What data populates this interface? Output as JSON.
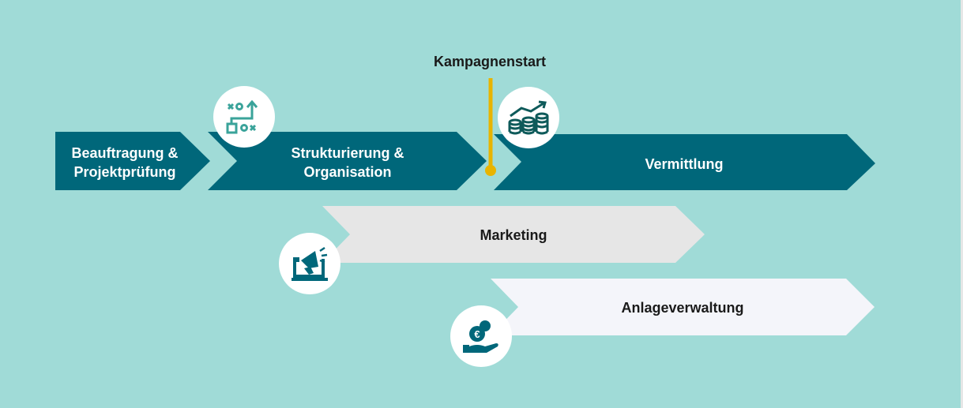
{
  "colors": {
    "background": "#a0dbd7",
    "primary": "#00677a",
    "marketing": "#e6e6e6",
    "anlage": "#f4f5fa",
    "marker": "#e8b400",
    "icon": "#3aa39a"
  },
  "marker": {
    "label": "Kampagnenstart"
  },
  "steps": [
    {
      "label_line1": "Beauftragung &",
      "label_line2": "Projektprüfung"
    },
    {
      "label_line1": "Strukturierung &",
      "label_line2": "Organisation",
      "icon": "strategy-icon"
    },
    {
      "label": "Vermittlung",
      "icon": "growth-coins-icon"
    },
    {
      "label": "Marketing",
      "icon": "megaphone-laptop-icon"
    },
    {
      "label": "Anlageverwaltung",
      "icon": "euro-hand-icon"
    }
  ]
}
